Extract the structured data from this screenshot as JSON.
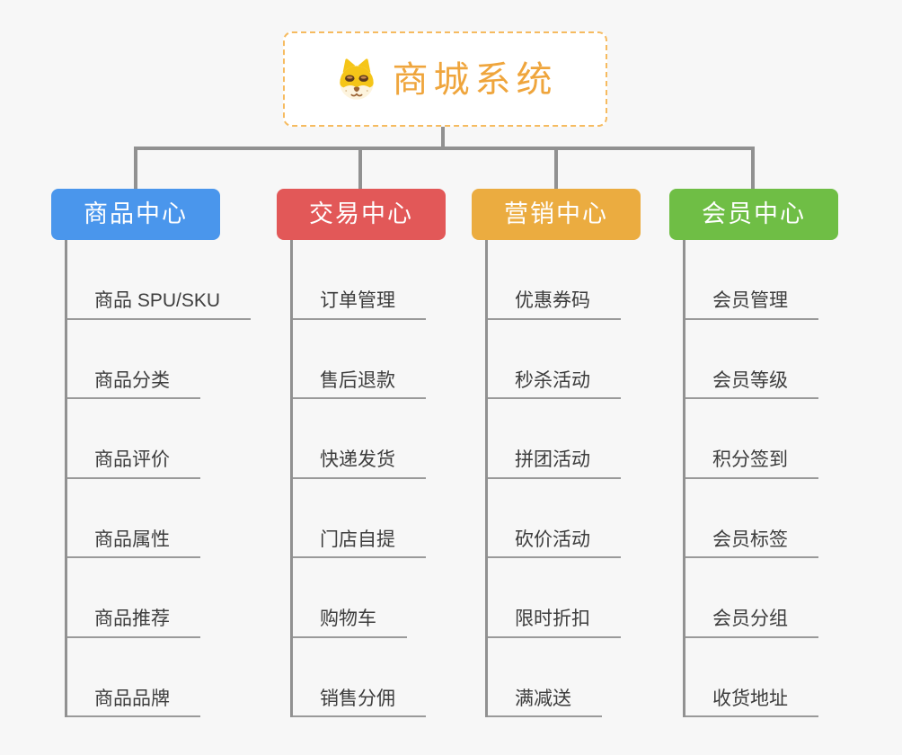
{
  "root": {
    "title": "商城系统",
    "icon": "dog-face-icon"
  },
  "theme": {
    "background": "#f7f7f7",
    "root_border": "#f6bb60",
    "root_text": "#efa53c",
    "connector": "#919191",
    "underline": "#9a9a9a",
    "item_text": "#3d3d3d"
  },
  "branches": [
    {
      "label": "商品中心",
      "color": "#4a96ec",
      "items": [
        "商品 SPU/SKU",
        "商品分类",
        "商品评价",
        "商品属性",
        "商品推荐",
        "商品品牌"
      ]
    },
    {
      "label": "交易中心",
      "color": "#e25858",
      "items": [
        "订单管理",
        "售后退款",
        "快递发货",
        "门店自提",
        "购物车",
        "销售分佣"
      ]
    },
    {
      "label": "营销中心",
      "color": "#ebac40",
      "items": [
        "优惠券码",
        "秒杀活动",
        "拼团活动",
        "砍价活动",
        "限时折扣",
        "满减送"
      ]
    },
    {
      "label": "会员中心",
      "color": "#6fbe45",
      "items": [
        "会员管理",
        "会员等级",
        "积分签到",
        "会员标签",
        "会员分组",
        "收货地址"
      ]
    }
  ]
}
